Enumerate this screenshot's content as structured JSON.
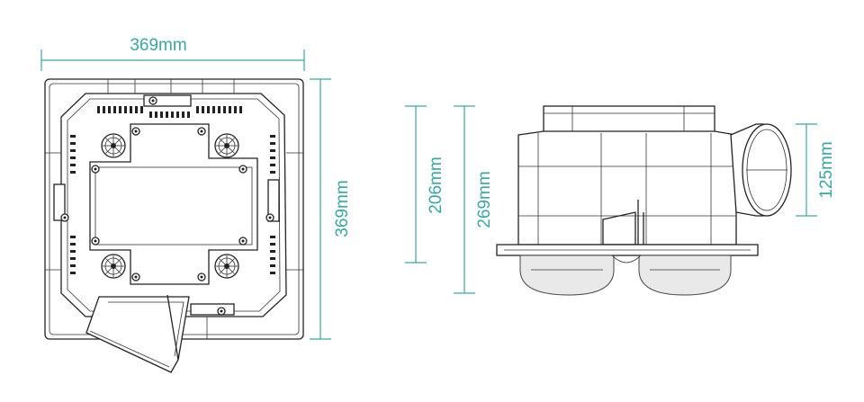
{
  "dimensions": {
    "top_view_width": "369mm",
    "top_view_height": "369mm",
    "side_view_body_height": "206mm",
    "side_view_total_height": "269mm",
    "duct_diameter": "125mm"
  },
  "colors": {
    "dimension": "#3aa6a6",
    "outline": "#222222",
    "background": "#ffffff"
  }
}
